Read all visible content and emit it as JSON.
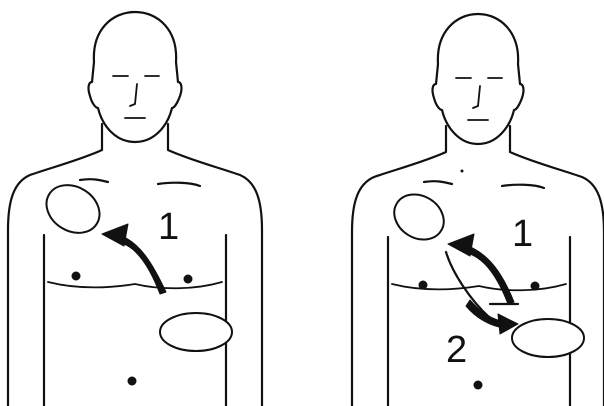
{
  "panels": [
    {
      "step_labels": [
        "1"
      ]
    },
    {
      "step_labels": [
        "1",
        "2"
      ]
    }
  ],
  "colors": {
    "ink": "#111111",
    "background": "#ffffff"
  }
}
